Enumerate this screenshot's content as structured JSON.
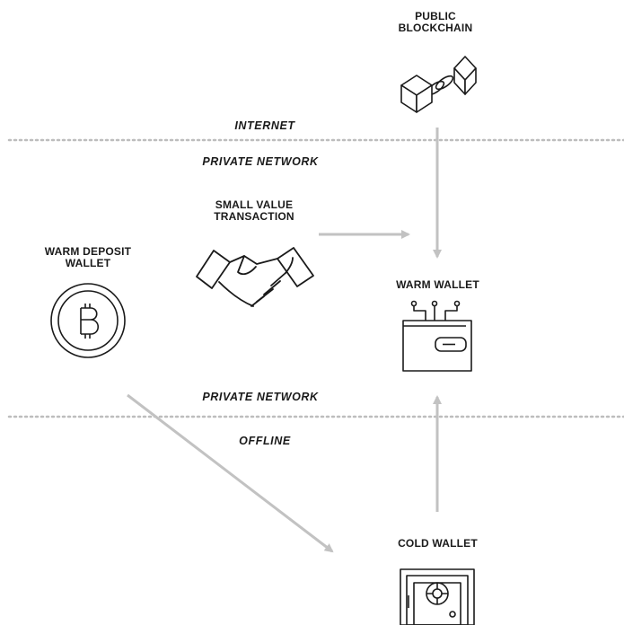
{
  "zones": {
    "internet": "INTERNET",
    "private_top": "PRIVATE NETWORK",
    "private_bottom": "PRIVATE NETWORK",
    "offline": "OFFLINE"
  },
  "nodes": {
    "public_blockchain": {
      "label": "PUBLIC\nBLOCKCHAIN",
      "icon": "blockchain-icon"
    },
    "small_value_transaction": {
      "label": "SMALL VALUE\nTRANSACTION",
      "icon": "handshake-icon"
    },
    "warm_deposit_wallet": {
      "label": "WARM DEPOSIT\nWALLET",
      "icon": "bitcoin-icon"
    },
    "warm_wallet": {
      "label": "WARM WALLET",
      "icon": "wallet-icon"
    },
    "cold_wallet": {
      "label": "COLD WALLET",
      "icon": "safe-icon"
    }
  },
  "colors": {
    "ink": "#1a1a1a",
    "arrow": "#c2c2c2",
    "divider": "#bdbdbd"
  }
}
